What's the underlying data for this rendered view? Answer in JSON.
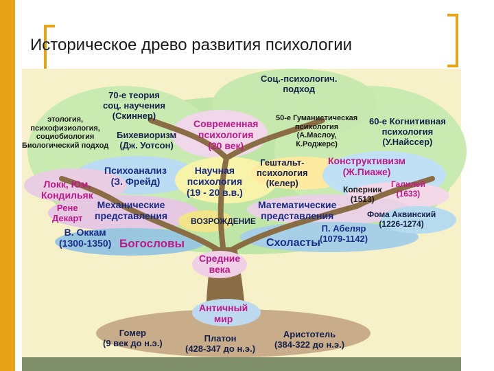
{
  "title": "Историческое древо развития психологии",
  "labels": {
    "soc_psy": [
      "Соц.-психологич.",
      "подход"
    ],
    "theory_70": [
      "70-е теория",
      "соц. научения",
      "(Скиннер)"
    ],
    "ethology": [
      "этология,",
      "психофизиология,",
      "социобиология",
      "Биологический подход"
    ],
    "behaviorism": [
      "Бихевиоризм",
      "(Дж. Уотсон)"
    ],
    "modern": [
      "Современная",
      "психология",
      "(20 век)"
    ],
    "humanistic": [
      "50-е Гуманистическая",
      "психология",
      "(А.Маслоу,",
      "К.Роджерс)"
    ],
    "cognitive": [
      "60-е Когнитивная",
      "психология",
      "(У.Найссер)"
    ],
    "gestalt": [
      "Гештальт-",
      "психология",
      "(Келер)"
    ],
    "constructivism": [
      "Конструктивизм",
      "(Ж.Пиаже)"
    ],
    "psychoanalysis": [
      "Психоанализ",
      "(З. Фрейд)"
    ],
    "scientific": [
      "Научная",
      "психология",
      "(19 - 20 в.в.)"
    ],
    "locke": [
      "Локк, Юм,",
      "Кондильяк"
    ],
    "copernicus": [
      "Коперник",
      "(1513)"
    ],
    "galileo": [
      "Галилей",
      "(1633)"
    ],
    "descartes": [
      "Рене",
      "Декарт"
    ],
    "mechanical": [
      "Механические",
      "представления"
    ],
    "math": [
      "Математические",
      "представления"
    ],
    "aquinas": [
      "Фома Аквинский",
      "(1226-1274)"
    ],
    "renaissance": "ВОЗРОЖДЕНИЕ",
    "abelard": [
      "П. Абеляр",
      "(1079-1142)"
    ],
    "occam": [
      "В. Оккам",
      "(1300-1350)"
    ],
    "theologians": "Богословы",
    "scholastics": "Схоласты",
    "middle_ages": [
      "Средние",
      "века"
    ],
    "antique": [
      "Античный",
      "мир"
    ],
    "homer": [
      "Гомер",
      "(9 век до н.э.)"
    ],
    "plato": [
      "Платон",
      "(428-347 до н.э.)"
    ],
    "aristotle": [
      "Аристотель",
      "(384-322 до н.э.)"
    ]
  }
}
